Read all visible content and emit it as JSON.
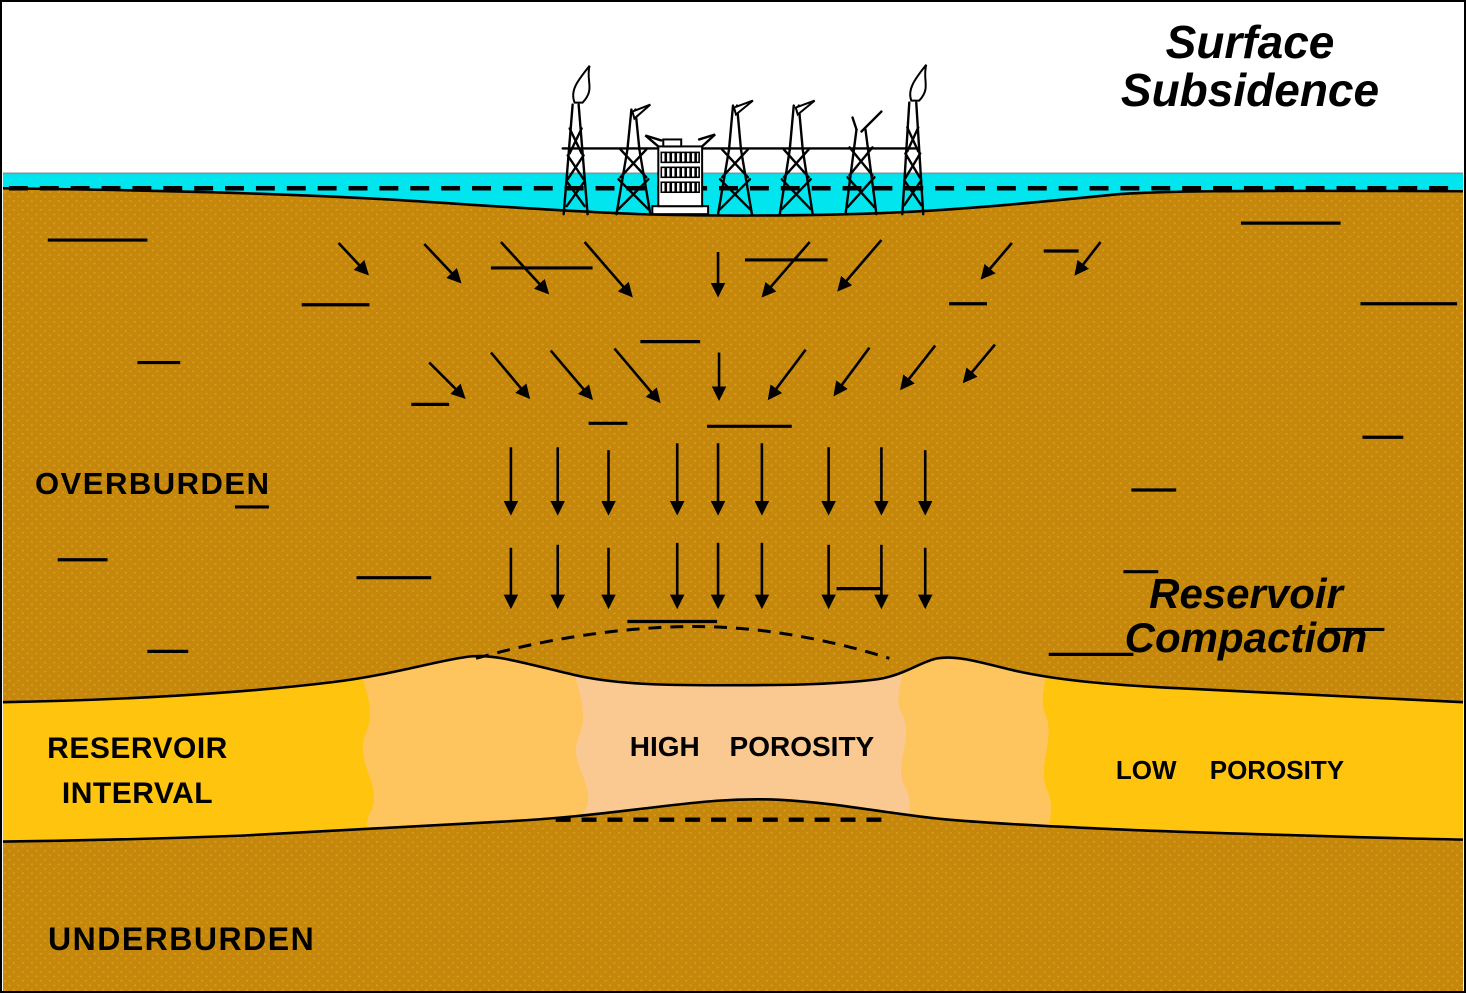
{
  "diagram": {
    "title": {
      "line1": "Surface",
      "line2": "Subsidence"
    },
    "labels": {
      "overburden": "OVERBURDEN",
      "reservoir_interval_line1": "RESERVOIR",
      "reservoir_interval_line2": "INTERVAL",
      "underburden": "UNDERBURDEN",
      "high_porosity": "HIGH POROSITY",
      "low_porosity": "LOW POROSITY",
      "compaction_line1": "Reservoir",
      "compaction_line2": "Compaction"
    },
    "icons": {
      "flare_stack": "flare-stack-icon",
      "oil_derrick": "oil-derrick-icon",
      "platform_building": "platform-building-icon"
    },
    "colors": {
      "sky": "#ffffff",
      "water": "#00e5ee",
      "ground": "#c5870c",
      "ground_dot": "#d99e1b",
      "reservoir_gold": "#ffc40e",
      "reservoir_amber": "#fec45e",
      "reservoir_peach": "#fac891",
      "line": "#000000"
    }
  }
}
